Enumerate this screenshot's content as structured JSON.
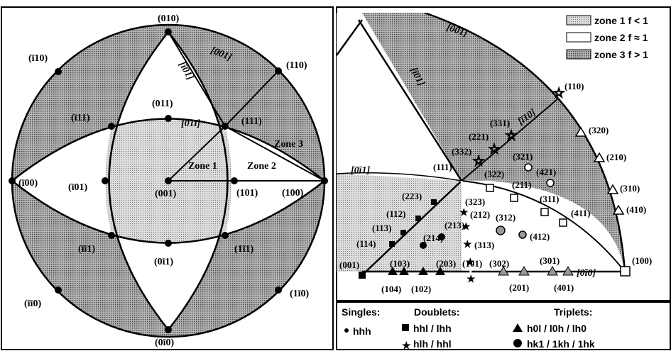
{
  "left_panel": {
    "poles": [
      {
        "label": "(010)"
      },
      {
        "label": "(ī10)"
      },
      {
        "label": "(110)"
      },
      {
        "label": "(011)"
      },
      {
        "label": "(ī11)"
      },
      {
        "label": "[01ī]"
      },
      {
        "label": "(111)"
      },
      {
        "label": "(ī00)"
      },
      {
        "label": "(ī01)"
      },
      {
        "label": "(001)"
      },
      {
        "label": "(101)"
      },
      {
        "label": "(100)"
      },
      {
        "label": "(īī1)"
      },
      {
        "label": "(1ī1)"
      },
      {
        "label": "(0ī1)"
      },
      {
        "label": "(īī0)"
      },
      {
        "label": "(1ī0)"
      },
      {
        "label": "(0ī0)"
      }
    ],
    "axes": {
      "a": "[001]",
      "b": "[ī01]"
    },
    "zones": {
      "z1": "Zone 1",
      "z2": "Zone 2",
      "z3": "Zone 3"
    }
  },
  "right_panel": {
    "axes": {
      "a": "[001]",
      "b": "[ī01]",
      "c": "[0ī1]",
      "d": "[ī10]",
      "e": "[0ī0]"
    },
    "labels": [
      "(110)",
      "(331)",
      "(221)",
      "(332)",
      "(111)",
      "(320)",
      "(210)",
      "(321)",
      "(421)",
      "(322)",
      "(211)",
      "(311)",
      "(310)",
      "(410)",
      "(411)",
      "(223)",
      "(323)",
      "(212)",
      "(312)",
      "(213)",
      "(112)",
      "(113)",
      "(214)",
      "(412)",
      "(114)",
      "(313)",
      "(101)",
      "(302)",
      "(301)",
      "(001)",
      "(103)",
      "(203)",
      "(104)",
      "(102)",
      "(201)",
      "(401)",
      "(100)"
    ]
  },
  "legend": {
    "zone1": "zone 1 f < 1",
    "zone2": "zone 2 f ≈ 1",
    "zone3": "zone 3 f > 1"
  },
  "key": {
    "singles_title": "Singles:",
    "singles_item": "hhh",
    "doublets_title": "Doublets:",
    "doublets_row1": "hhl / lhh",
    "doublets_row2": "hlh / hhl",
    "triplets_title": "Triplets:",
    "triplets_row1": "h0l / l0h / lh0",
    "triplets_row2": "hk1 / 1kh / 1hk"
  },
  "colors": {
    "stipple_light": "#c9c9c9",
    "stipple_dark": "#9a9a9a",
    "ink": "#000000"
  }
}
